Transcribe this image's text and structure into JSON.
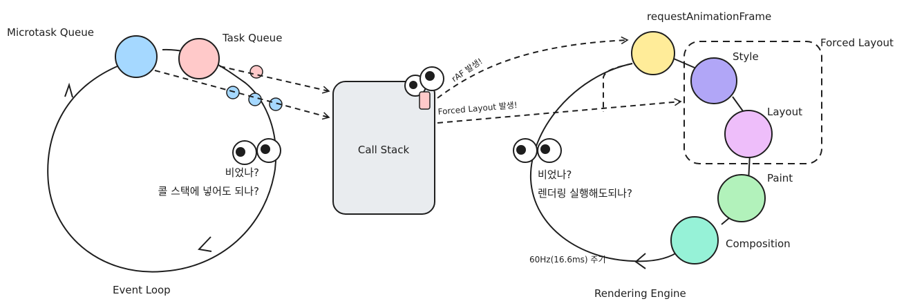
{
  "event_loop": {
    "title": "Event Loop",
    "microtask_queue": "Microtask Queue",
    "task_queue": "Task Queue",
    "thought_line1": "비었나?",
    "thought_line2": "콜 스택에 넣어도 되나?"
  },
  "call_stack": {
    "label": "Call Stack",
    "raf_note": "rAF 발생!",
    "forced_layout_note": "Forced Layout 발생!"
  },
  "rendering_engine": {
    "title": "Rendering Engine",
    "request_animation_frame": "requestAnimationFrame",
    "forced_layout": "Forced Layout",
    "style": "Style",
    "layout": "Layout",
    "paint": "Paint",
    "composition": "Composition",
    "cycle_note": "60Hz(16.6ms) 주기",
    "thought_line1": "비었나?",
    "thought_line2": "렌더링 실행해도되나?"
  },
  "colors": {
    "microtask": "#a5d8ff",
    "task": "#ffc9c9",
    "call_stack": "#e9ecef",
    "raf": "#ffec99",
    "style": "#b1a6f7",
    "layout": "#eebefa",
    "paint": "#b2f2bb",
    "composition": "#96f2d7",
    "tongue": "#ffc9c9",
    "stroke": "#1e1e1e"
  }
}
